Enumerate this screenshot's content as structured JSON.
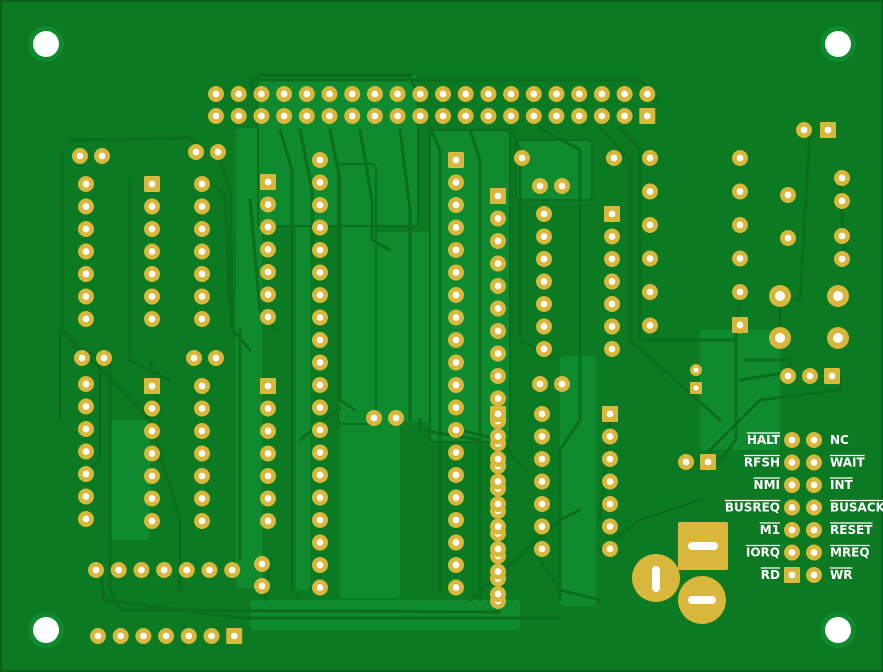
{
  "board": {
    "colors": {
      "substrate": "#0b7a22",
      "copper": "#108a2e",
      "trace": "#0b6e1d",
      "edge": "#0a5f19",
      "pad": "#d9b63c",
      "pad_highlight": "#f0d46a",
      "hole": "#ffffff",
      "silk": "#ffffff"
    },
    "mounting_holes": 4
  },
  "signals": {
    "left": [
      {
        "text": "HALT",
        "overbar": true
      },
      {
        "text": "RFSH",
        "overbar": true
      },
      {
        "text": "NMI",
        "overbar": true
      },
      {
        "text": "BUSREQ",
        "overbar": true
      },
      {
        "text": "M1",
        "overbar": true
      },
      {
        "text": "IORQ",
        "overbar": true
      },
      {
        "text": "RD",
        "overbar": true
      }
    ],
    "right": [
      {
        "text": "NC",
        "overbar": false
      },
      {
        "text": "WAIT",
        "overbar": true
      },
      {
        "text": "INT",
        "overbar": true
      },
      {
        "text": "BUSACK",
        "overbar": true
      },
      {
        "text": "RESET",
        "overbar": true
      },
      {
        "text": "MREQ",
        "overbar": true
      },
      {
        "text": "WR",
        "overbar": true
      }
    ]
  }
}
